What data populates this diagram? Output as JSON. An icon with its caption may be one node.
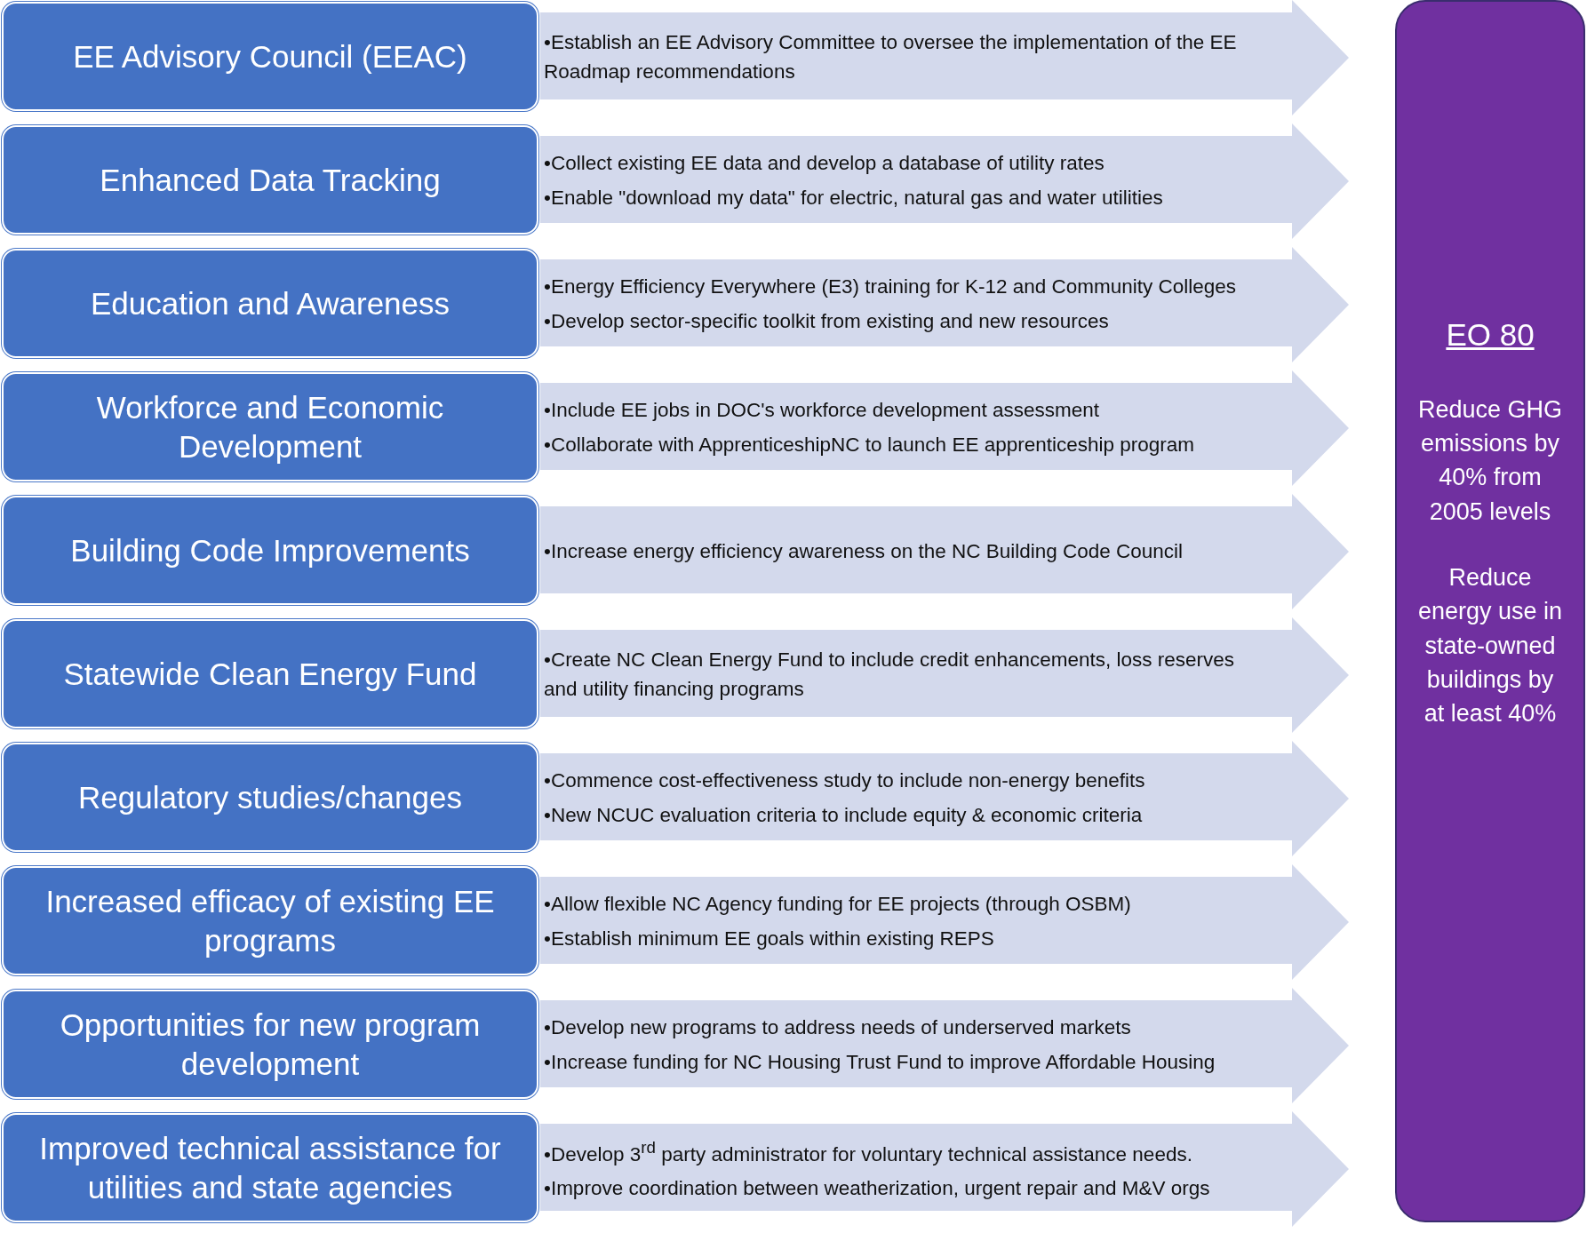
{
  "diagram": {
    "nodes": [
      {
        "text": [
          "EE Advisory Council (EEAC)"
        ]
      },
      {
        "text": [
          "•Establish an EE Advisory Committee  to oversee the implementation of the EE Roadmap recommendations"
        ]
      },
      {
        "text": [
          "Enhanced Data Tracking"
        ]
      },
      {
        "text": [
          "•Collect existing EE data and develop a database of utility rates",
          "•Enable \"download my data\" for electric, natural gas and water utilities"
        ]
      },
      {
        "text": [
          "Education and Awareness"
        ]
      },
      {
        "text": [
          "•Energy Efficiency Everywhere (E3) training for K-12 and Community Colleges",
          "•Develop sector-specific toolkit from existing and new resources"
        ]
      },
      {
        "text": [
          "Workforce and Economic Development"
        ]
      },
      {
        "text": [
          "•Include EE jobs in DOC's workforce development assessment",
          "•Collaborate with ApprenticeshipNC to launch EE apprenticeship program"
        ]
      },
      {
        "text": [
          "Building Code Improvements"
        ]
      },
      {
        "text": [
          "•Increase energy efficiency awareness on the NC Building Code Council"
        ]
      },
      {
        "text": [
          "Statewide Clean Energy Fund"
        ]
      },
      {
        "text": [
          "•Create NC Clean Energy Fund to include credit enhancements, loss reserves and utility financing programs"
        ]
      },
      {
        "text": [
          "Regulatory studies/changes"
        ]
      },
      {
        "text": [
          "•Commence cost-effectiveness study to include non-energy benefits",
          "•New NCUC evaluation criteria to include equity & economic criteria"
        ]
      },
      {
        "text": [
          "Increased efficacy of existing EE programs"
        ]
      },
      {
        "text": [
          "•Allow flexible NC Agency funding for EE projects (through OSBM)",
          "•Establish minimum EE goals within existing REPS"
        ]
      },
      {
        "text": [
          "Opportunities for new program development"
        ]
      },
      {
        "text": [
          "•Develop new programs to address needs of underserved markets",
          "•Increase funding for NC Housing Trust Fund to improve Affordable Housing"
        ]
      },
      {
        "text": [
          "Improved technical assistance for utilities and state agencies"
        ]
      },
      {
        "text": [
          "•Develop 3$^{rd}$ party administrator for voluntary technical assistance needs.",
          "•Improve coordination between weatherization, urgent repair and M&V orgs"
        ]
      },
      {
        "text": [
          "EO 80",
          "Reduce GHG emissions by 40% from 2005 levels",
          "Reduce energy use in state-owned buildings by at least 40%"
        ]
      }
    ]
  }
}
